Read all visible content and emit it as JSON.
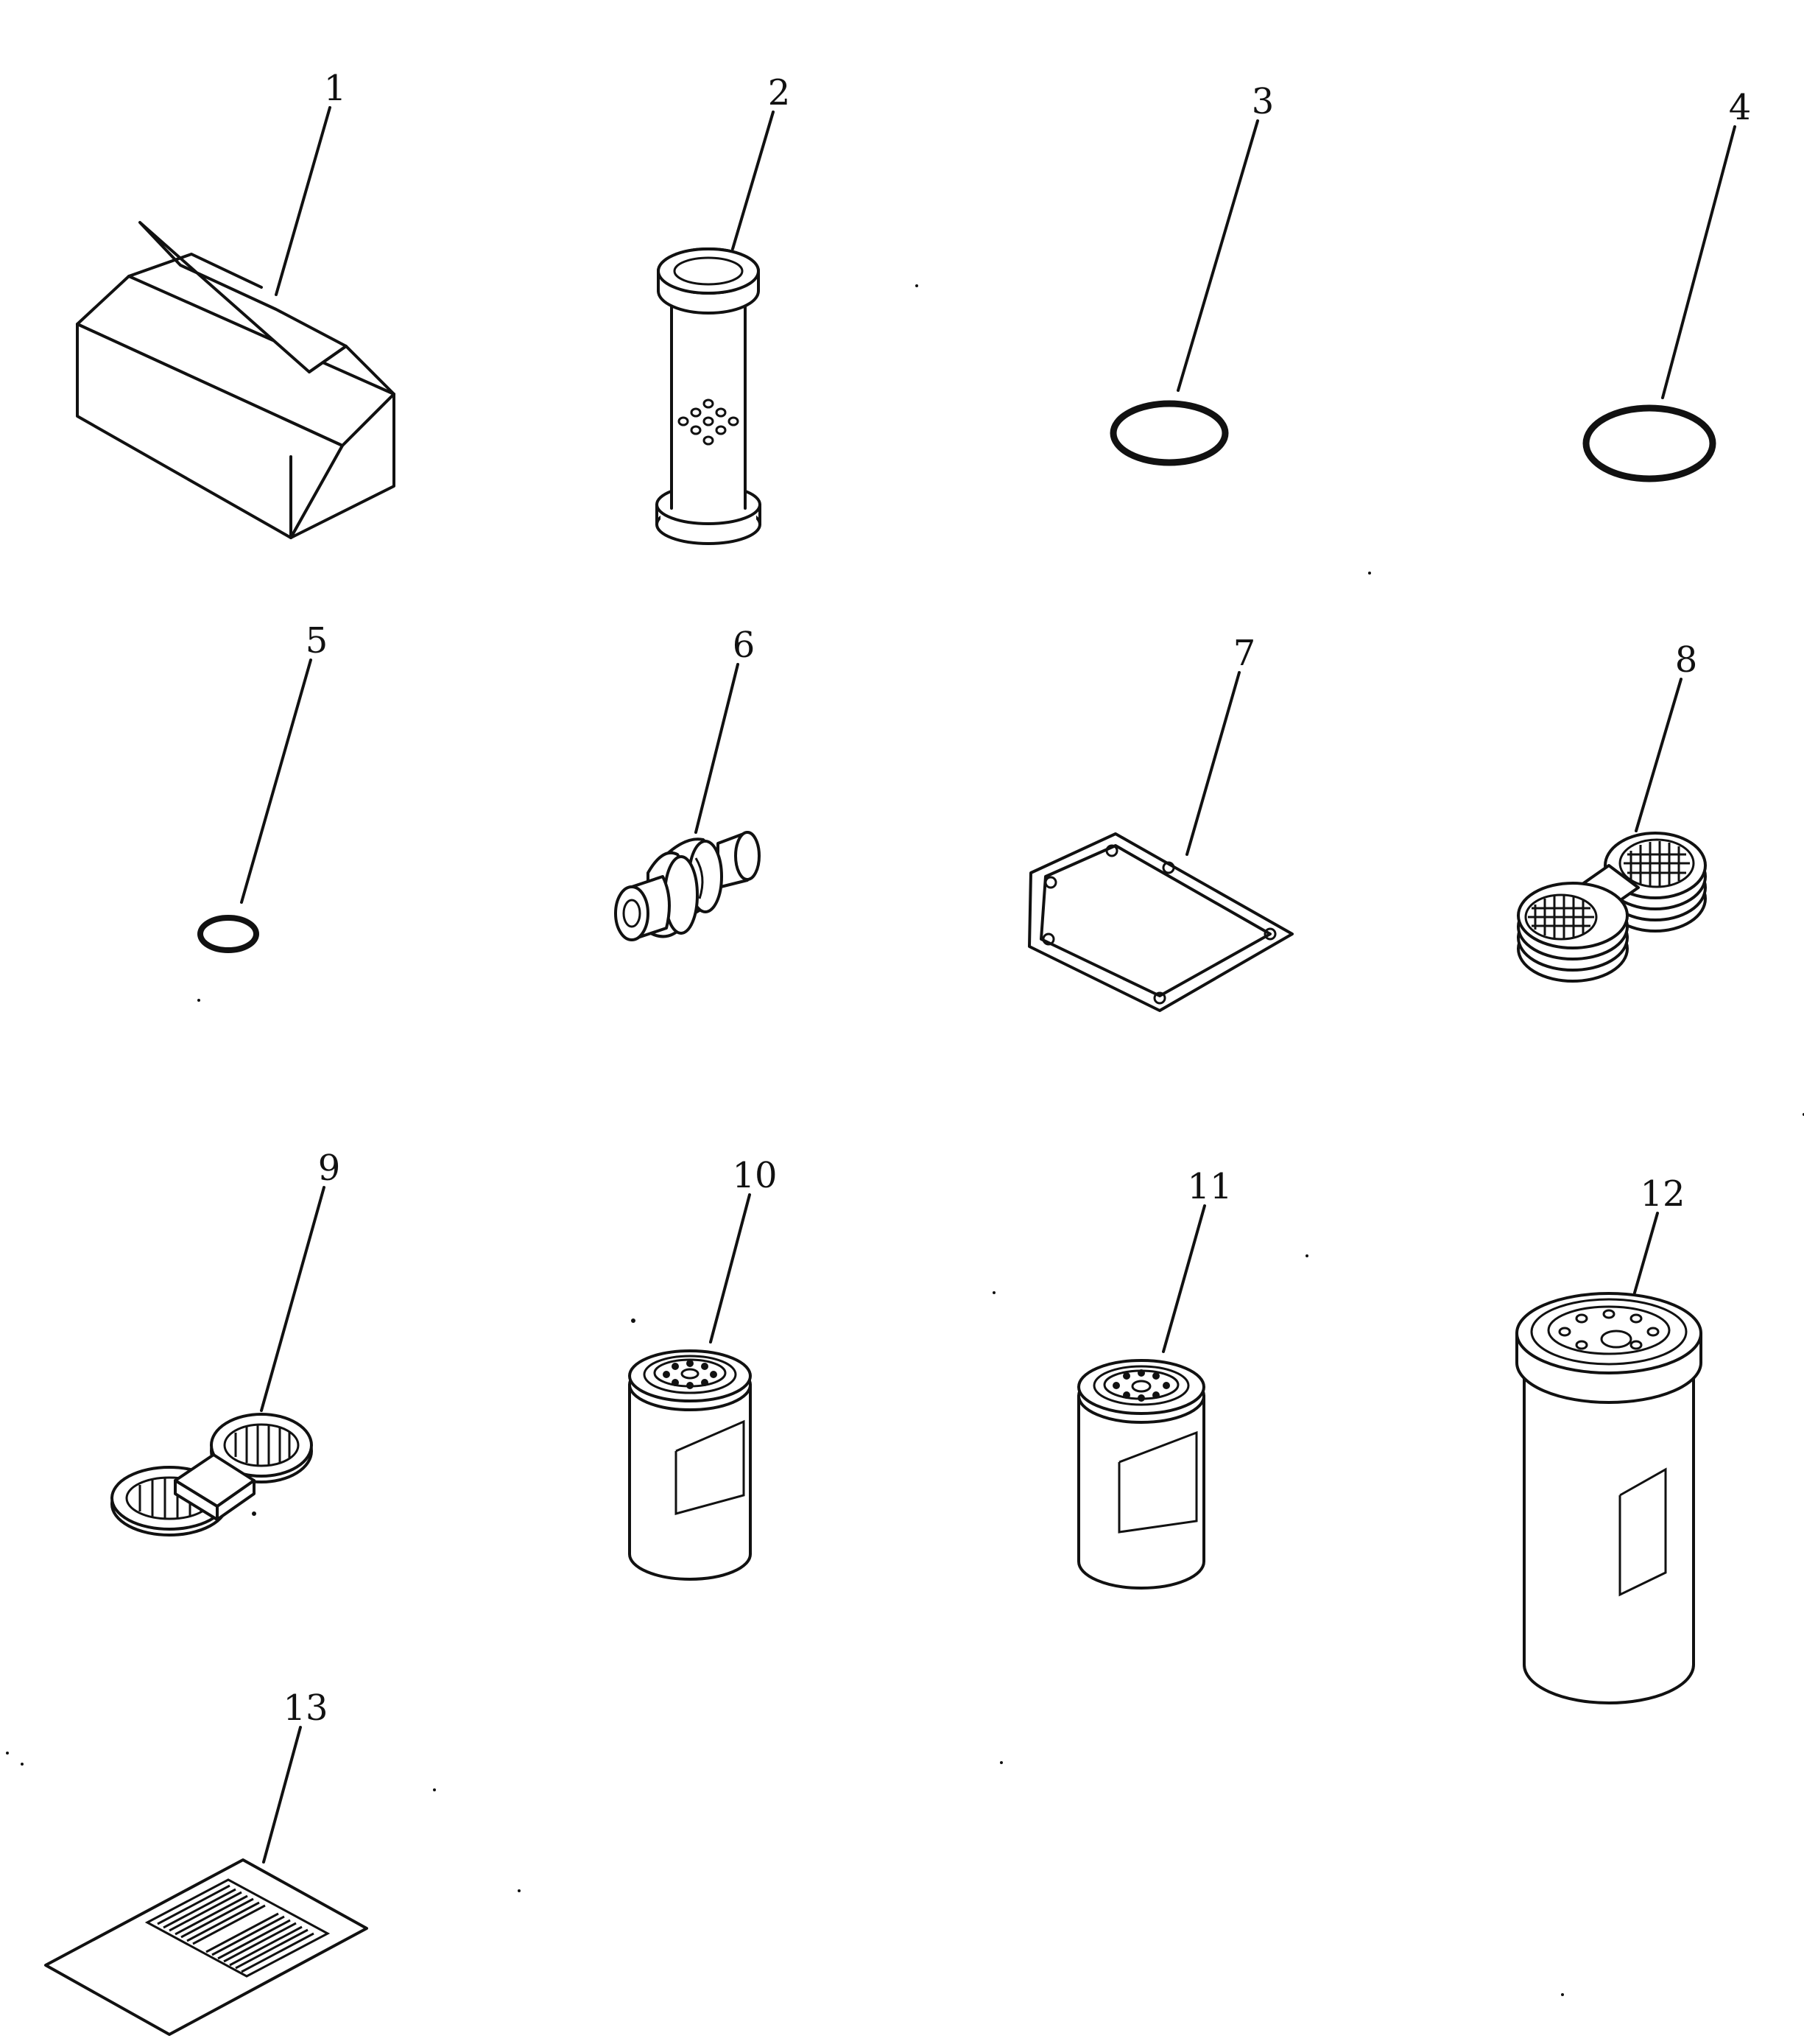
{
  "diagram": {
    "parts": [
      {
        "id": "part-1",
        "label": "1",
        "icon": "carton-box-icon"
      },
      {
        "id": "part-2",
        "label": "2",
        "icon": "perforated-tube-filter-icon"
      },
      {
        "id": "part-3",
        "label": "3",
        "icon": "o-ring-icon"
      },
      {
        "id": "part-4",
        "label": "4",
        "icon": "o-ring-large-icon"
      },
      {
        "id": "part-5",
        "label": "5",
        "icon": "o-ring-small-icon"
      },
      {
        "id": "part-6",
        "label": "6",
        "icon": "valve-fitting-icon"
      },
      {
        "id": "part-7",
        "label": "7",
        "icon": "gasket-icon"
      },
      {
        "id": "part-8",
        "label": "8",
        "icon": "filter-wrench-icon"
      },
      {
        "id": "part-9",
        "label": "9",
        "icon": "filter-wrench-flat-icon"
      },
      {
        "id": "part-10",
        "label": "10",
        "icon": "spin-on-filter-icon"
      },
      {
        "id": "part-11",
        "label": "11",
        "icon": "spin-on-filter-icon"
      },
      {
        "id": "part-12",
        "label": "12",
        "icon": "spin-on-filter-large-icon"
      },
      {
        "id": "part-13",
        "label": "13",
        "icon": "instruction-sheet-icon"
      }
    ]
  }
}
